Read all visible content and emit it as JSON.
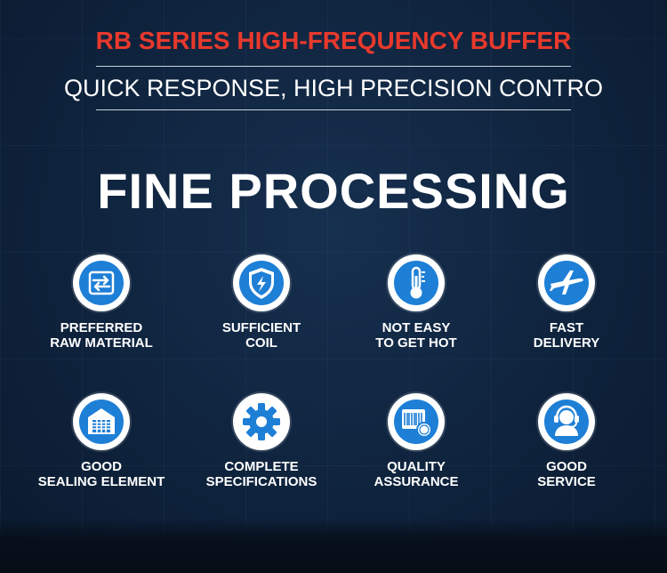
{
  "header": {
    "title": "RB SERIES HIGH-FREQUENCY BUFFER",
    "subtitle": "QUICK RESPONSE, HIGH PRECISION CONTRO"
  },
  "main_title": "FINE PROCESSING",
  "colors": {
    "accent_red": "#e8392c",
    "icon_blue": "#1e7fd6",
    "background": "#0f233d"
  },
  "features": [
    {
      "icon": "exchange-arrows-icon",
      "line1": "PREFERRED",
      "line2": "RAW MATERIAL"
    },
    {
      "icon": "shield-bolt-icon",
      "line1": "SUFFICIENT",
      "line2": "COIL"
    },
    {
      "icon": "thermometer-icon",
      "line1": "NOT EASY",
      "line2": "TO GET HOT"
    },
    {
      "icon": "airplane-icon",
      "line1": "FAST",
      "line2": "DELIVERY"
    },
    {
      "icon": "warehouse-icon",
      "line1": "GOOD",
      "line2": "SEALING ELEMENT"
    },
    {
      "icon": "gear-icon",
      "line1": "COMPLETE",
      "line2": "SPECIFICATIONS"
    },
    {
      "icon": "barcode-badge-icon",
      "line1": "QUALITY",
      "line2": "ASSURANCE"
    },
    {
      "icon": "headset-agent-icon",
      "line1": "GOOD",
      "line2": "SERVICE"
    }
  ]
}
